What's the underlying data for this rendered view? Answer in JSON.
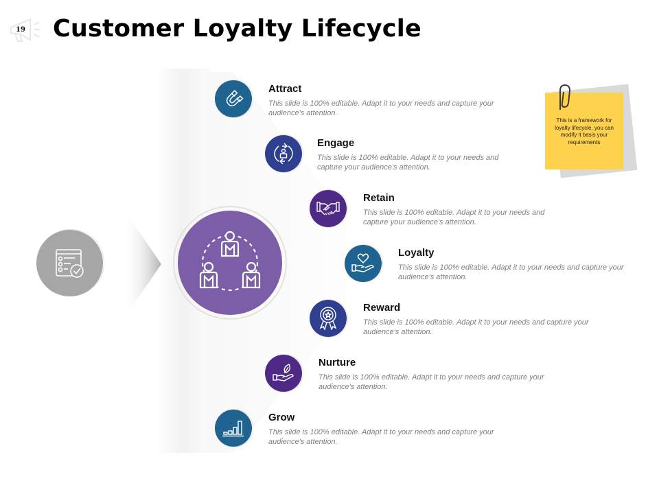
{
  "header": {
    "slide_number": "19",
    "title": "Customer Loyalty Lifecycle",
    "icon": "megaphone-icon"
  },
  "diagram": {
    "input_node": {
      "icon": "checklist-icon",
      "color": "#a6a6a6"
    },
    "center_node": {
      "icon": "team-network-icon",
      "color": "#7b5ea7"
    },
    "steps": [
      {
        "title": "Attract",
        "description": "This slide is 100% editable. Adapt it to your needs and capture your audience's attention.",
        "icon": "magnet-icon",
        "color": "#1f6391"
      },
      {
        "title": "Engage",
        "description": "This slide is 100% editable. Adapt it to your needs and capture your audience's attention.",
        "icon": "user-cycle-icon",
        "color": "#2e3f8f"
      },
      {
        "title": "Retain",
        "description": "This slide is 100% editable. Adapt it to your needs and capture your audience's attention.",
        "icon": "handshake-icon",
        "color": "#4e2a86"
      },
      {
        "title": "Loyalty",
        "description": "This slide is 100% editable. Adapt it to your needs and capture your audience's attention.",
        "icon": "heart-hand-icon",
        "color": "#1f6391"
      },
      {
        "title": "Reward",
        "description": "This slide is 100% editable. Adapt it to your needs and capture your audience's attention.",
        "icon": "award-badge-icon",
        "color": "#2e3f8f"
      },
      {
        "title": "Nurture",
        "description": "This slide is 100% editable. Adapt it to your needs and capture your audience's attention.",
        "icon": "leaf-hand-icon",
        "color": "#4e2a86"
      },
      {
        "title": "Grow",
        "description": "This slide is 100% editable. Adapt it to your needs and capture your audience's attention.",
        "icon": "bar-growth-icon",
        "color": "#1f6391"
      }
    ]
  },
  "sticky_note": {
    "text": "This is a framework for loyalty lifecycle, you can modify it basis your requirements",
    "color": "#ffd24d",
    "icon": "paperclip-icon"
  }
}
